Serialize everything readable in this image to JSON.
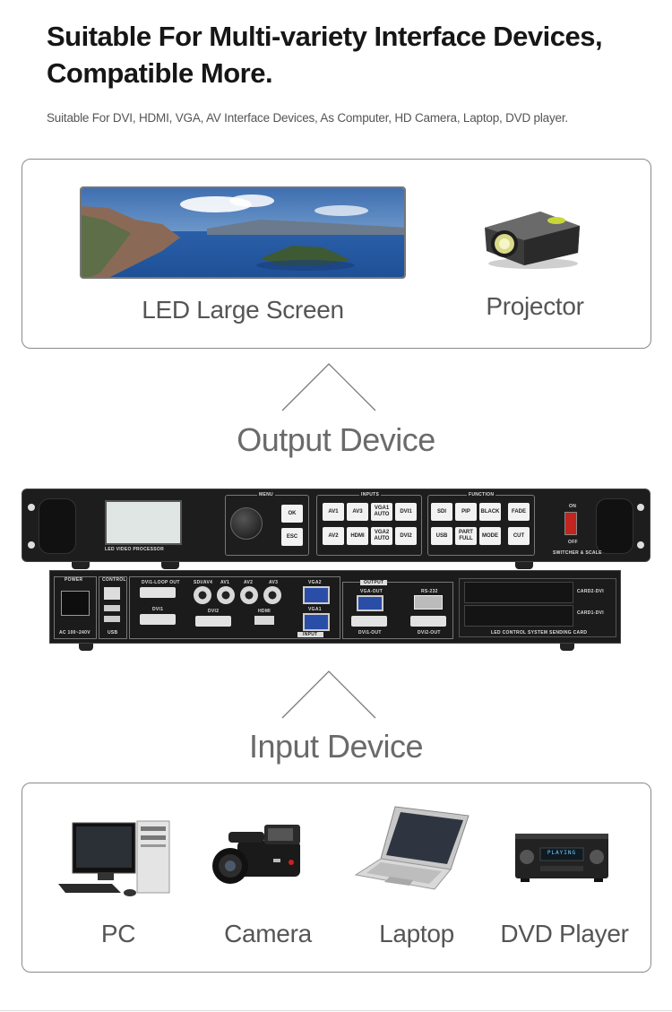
{
  "header": {
    "title": "Suitable For Multi-variety Interface Devices, Compatible More.",
    "subtitle": "Suitable For DVI, HDMI, VGA, AV Interface Devices, As Computer, HD Camera, Laptop, DVD player."
  },
  "output_box": {
    "items": [
      {
        "label": "LED Large Screen",
        "icon": "led-screen-landscape-image"
      },
      {
        "label": "Projector",
        "icon": "projector-image"
      }
    ]
  },
  "output_heading": "Output Device",
  "processor": {
    "front_label": "LED VIDEO PROCESSOR",
    "menu_label": "MENU",
    "inputs_label": "INPUTS",
    "function_label": "FUNCTION",
    "menu_buttons": [
      "OK",
      "ESC"
    ],
    "input_buttons": [
      "AV1",
      "AV3",
      "VGA1 AUTO",
      "DVI1",
      "AV2",
      "HDMI",
      "VGA2 AUTO",
      "DVI2"
    ],
    "function_buttons": [
      "SDI",
      "PIP",
      "BLACK",
      "FADE",
      "USB",
      "PART FULL",
      "MODE",
      "CUT"
    ],
    "power_on": "ON",
    "power_off": "OFF",
    "switcher_label": "SWITCHER & SCALE",
    "rear_labels": {
      "power": "POWER",
      "control": "CONTROL",
      "ac": "AC 100~240V",
      "usb": "USB",
      "dvi1_loop": "DVI1-LOOP OUT",
      "dvi1": "DVI1",
      "dvi2": "DVI2",
      "sdi": "SDI/AV4",
      "av1": "AV1",
      "av2": "AV2",
      "av3": "AV3",
      "hdmi": "HDMI",
      "vga2": "VGA2",
      "vga1": "VGA1",
      "input": "INPUT",
      "output": "OUTPUT",
      "vga_out": "VGA-OUT",
      "rs232": "RS-232",
      "dvi1_out": "DVI1-OUT",
      "dvi2_out": "DVI2-OUT",
      "card2": "CARD2-DVI",
      "card1": "CARD1-DVI",
      "sending_card": "LED CONTROL SYSTEM SENDING CARD"
    }
  },
  "input_heading": "Input Device",
  "input_box": {
    "items": [
      {
        "label": "PC",
        "icon": "desktop-pc-image"
      },
      {
        "label": "Camera",
        "icon": "video-camera-image"
      },
      {
        "label": "Laptop",
        "icon": "laptop-image"
      },
      {
        "label": "DVD Player",
        "icon": "dvd-player-image"
      }
    ]
  },
  "dvd_display_text": "PLAYING",
  "colors": {
    "text_dark": "#161616",
    "text_gray": "#555555",
    "heading_gray": "#6a6a6a",
    "box_border": "#8a8a8a",
    "device_black": "#1b1b1b"
  }
}
